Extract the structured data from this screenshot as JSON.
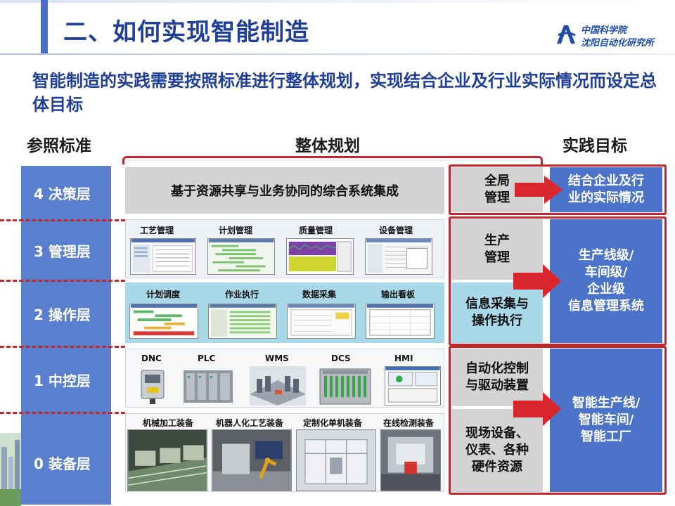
{
  "header": {
    "title": "二、如何实现智能制造",
    "logo_line1": "中国科学院",
    "logo_line2": "沈阳自动化研究所"
  },
  "subtitle": "智能制造的实践需要按照标准进行整体规划，实现结合企业及行业实际情况而设定总体目标",
  "columns": {
    "left": "参照标准",
    "middle": "整体规划",
    "right": "实践目标"
  },
  "layers": [
    {
      "label": "4 决策层"
    },
    {
      "label": "3 管理层"
    },
    {
      "label": "2 操作层"
    },
    {
      "label": "1 中控层"
    },
    {
      "label": "0 装备层"
    }
  ],
  "panels": {
    "decision_text": "基于资源共享与业务协同的综合系统集成",
    "management_items": [
      "工艺管理",
      "计划管理",
      "质量管理",
      "设备管理"
    ],
    "operation_items": [
      "计划调度",
      "作业执行",
      "数据采集",
      "输出看板"
    ],
    "control_items": [
      "DNC",
      "PLC",
      "WMS",
      "DCS",
      "HMI"
    ],
    "equipment_items": [
      "机械加工装备",
      "机器人化工艺装备",
      "定制化单机装备",
      "在线检测装备"
    ]
  },
  "right_boxes": {
    "global": "全局\n管理",
    "production": "生产\n管理",
    "info": "信息采集与\n操作执行",
    "automation": "自动化控制\n与驱动装置",
    "field": "现场设备、\n仪表、各种\n硬件资源"
  },
  "targets": {
    "t1": "结合企业及行\n业的实际情况",
    "t2": "生产线级/\n车间级/\n企业级\n信息管理系统",
    "t3": "智能生产线/\n智能车间/\n智能工厂"
  },
  "colors": {
    "title_blue": "#1f3f99",
    "layer_blue": "#5a7fce",
    "target_blue": "#4a73c9",
    "red": "#c0282d",
    "cyan": "#a9d8e8",
    "gray": "#d3d3d6"
  }
}
